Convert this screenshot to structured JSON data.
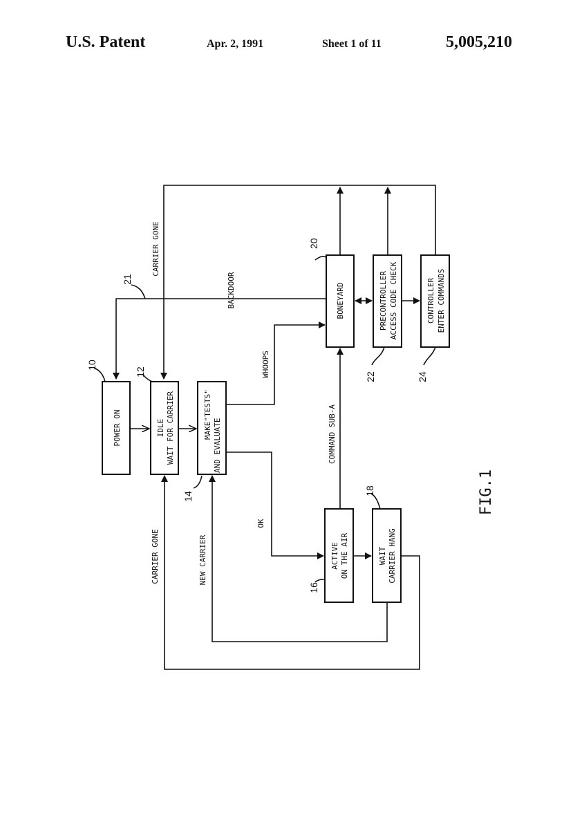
{
  "header": {
    "title": "U.S. Patent",
    "date": "Apr. 2, 1991",
    "sheet": "Sheet 1 of 11",
    "patent_number": "5,005,210"
  },
  "figure": {
    "label": "FIG.1",
    "blocks": [
      {
        "ref": "10",
        "lines": [
          "POWER ON"
        ]
      },
      {
        "ref": "12",
        "lines": [
          "IDLE",
          "WAIT FOR CARRIER"
        ]
      },
      {
        "ref": "14",
        "lines": [
          "MAKE\"TESTS\"",
          "AND EVALUATE"
        ]
      },
      {
        "ref": "16",
        "lines": [
          "ACTIVE",
          "ON THE AIR"
        ]
      },
      {
        "ref": "18",
        "lines": [
          "WAIT",
          "CARRIER HANG"
        ]
      },
      {
        "ref": "20",
        "lines": [
          "BONEYARD"
        ]
      },
      {
        "ref": "22",
        "lines": [
          "PRECONTROLLER",
          "ACCESS CODE CHECK"
        ]
      },
      {
        "ref": "24",
        "lines": [
          "CONTROLLER",
          "ENTER COMMANDS"
        ]
      }
    ],
    "line_ref": "21",
    "edge_labels": {
      "carrier_gone_top": "CARRIER GONE",
      "backdoor": "BACKDOOR",
      "whoops": "WHOOPS",
      "ok": "OK",
      "command_sub_a": "COMMAND SUB-A",
      "carrier_gone_bottom": "CARRIER GONE",
      "new_carrier": "NEW CARRIER"
    }
  }
}
